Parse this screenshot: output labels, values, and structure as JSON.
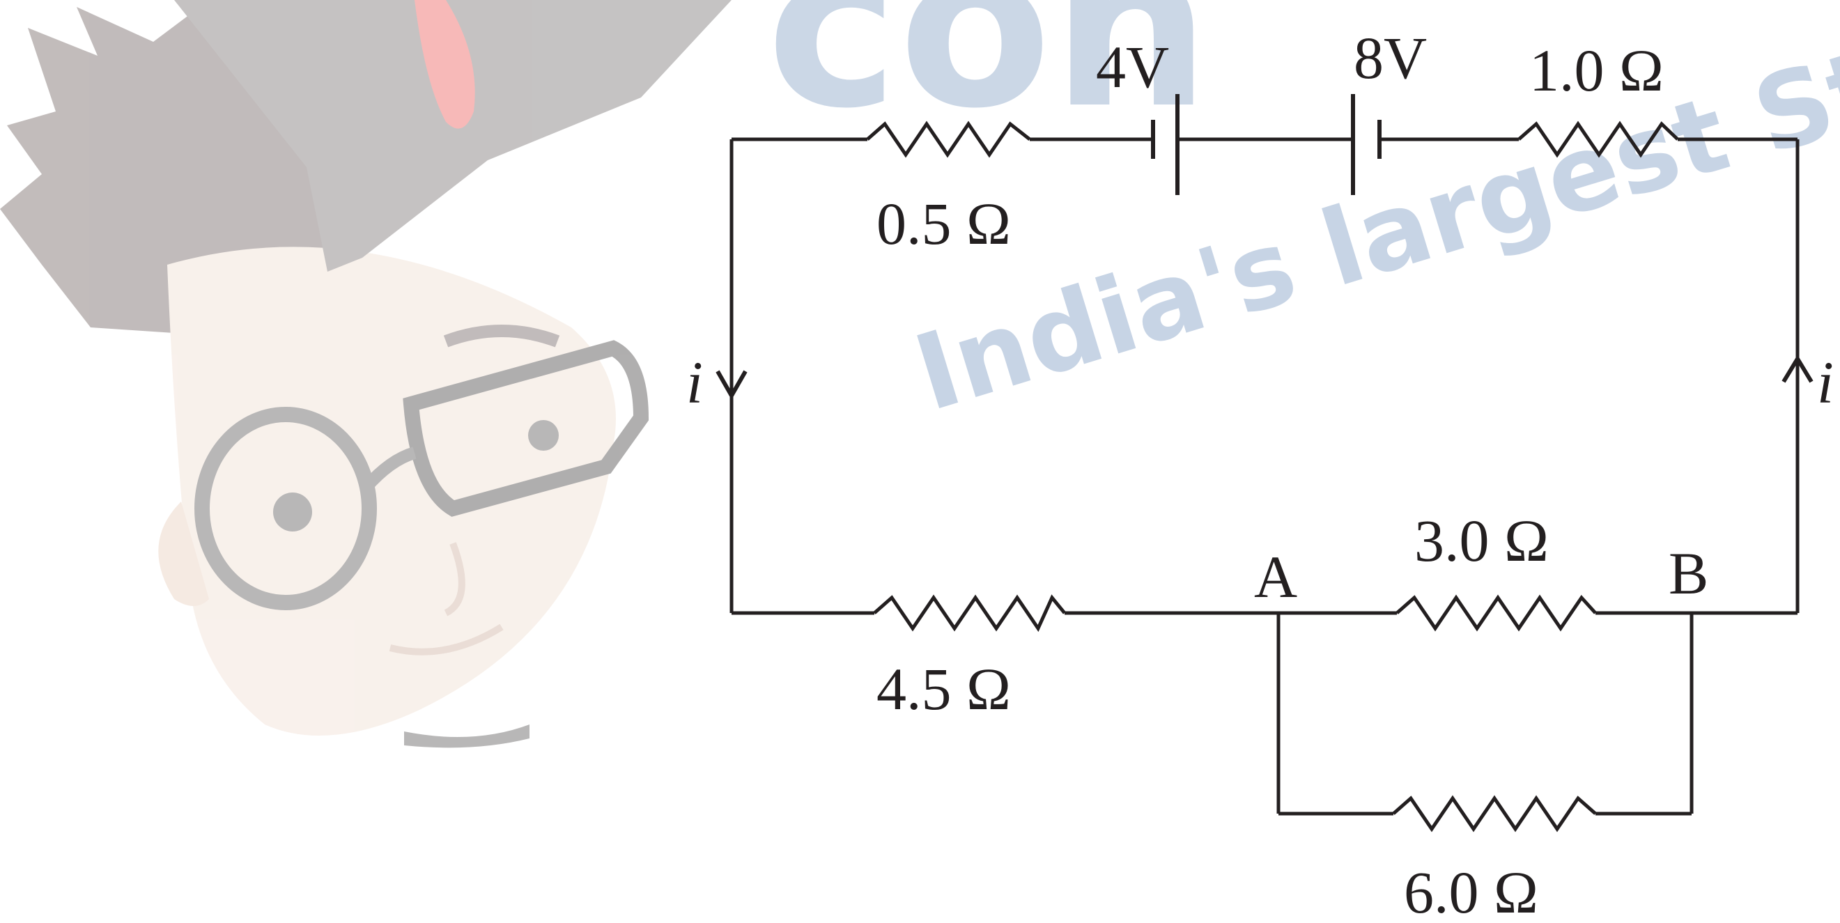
{
  "watermark": {
    "line1": "con",
    "line2": "India's largest Stu",
    "color": "#b9c9de"
  },
  "circuit": {
    "colors": {
      "ink": "#231f20"
    },
    "resistors": {
      "r_top_left": "0.5 Ω",
      "r_top_right": "1.0 Ω",
      "r_bottom_left": "4.5 Ω",
      "r_parallel_top": "3.0 Ω",
      "r_parallel_bottom": "6.0 Ω"
    },
    "batteries": {
      "left": "4V",
      "right": "8V"
    },
    "nodes": {
      "a": "A",
      "b": "B"
    },
    "currents": {
      "left": "i",
      "right": "i"
    }
  }
}
